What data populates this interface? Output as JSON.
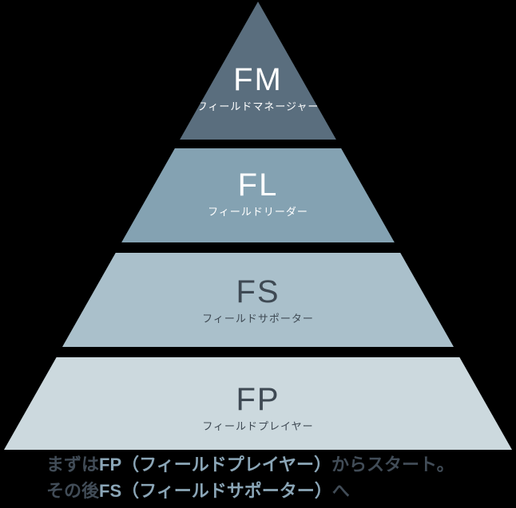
{
  "background_color": "#000000",
  "pyramid": {
    "levels": [
      {
        "code": "FM",
        "name": "フィールドマネージャー",
        "color": "#5a6e7e",
        "text_color": "#ffffff"
      },
      {
        "code": "FL",
        "name": "フィールドリーダー",
        "color": "#84a2b2",
        "text_color": "#ffffff"
      },
      {
        "code": "FS",
        "name": "フィールドサポーター",
        "color": "#aac0cb",
        "text_color": "#3e4953"
      },
      {
        "code": "FP",
        "name": "フィールドプレイヤー",
        "color": "#ccd9de",
        "text_color": "#3e4953"
      }
    ]
  },
  "caption": {
    "normal_color": "#414c57",
    "highlight_color": "#8ba6b7",
    "line1": [
      {
        "text": "まずは",
        "highlight": false
      },
      {
        "text": "FP（フィールドプレイヤー）",
        "highlight": true
      },
      {
        "text": "からスタート。",
        "highlight": false
      }
    ],
    "line2": [
      {
        "text": "その後",
        "highlight": false
      },
      {
        "text": "FS（フィールドサポーター）",
        "highlight": true
      },
      {
        "text": "へ",
        "highlight": false
      }
    ]
  }
}
